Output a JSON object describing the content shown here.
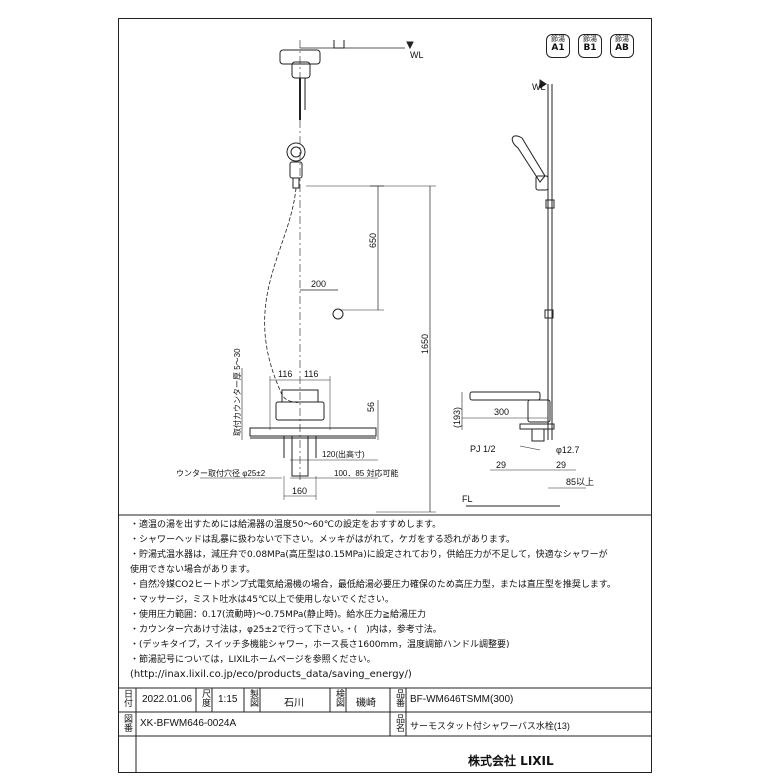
{
  "badges": [
    {
      "top": "節湯",
      "bottom": "A1"
    },
    {
      "top": "節湯",
      "bottom": "B1"
    },
    {
      "top": "節湯",
      "bottom": "AB"
    }
  ],
  "drawing": {
    "wl_front": "WL",
    "wl_side": "WL",
    "fl": "FL",
    "dim_200": "200",
    "dim_650": "650",
    "dim_1650": "1650",
    "dim_116a": "116",
    "dim_116b": "116",
    "dim_56": "56",
    "dim_120": "120(出高寸)",
    "dim_100_85": "100．85 対応可能",
    "dim_160": "160",
    "counter_hole": "ウンター取付穴径 φ25±2",
    "counter_thickness": "取付カウンター厚 5～30",
    "dim_300": "300",
    "dim_193": "(193)",
    "pj": "PJ 1/2",
    "phi_127": "φ12.7",
    "dim_29a": "29",
    "dim_29b": "29",
    "dim_85": "85以上"
  },
  "notes": [
    "・適温の湯を出すためには給湯器の温度50～60℃の設定をおすすめします。",
    "・シャワーヘッドは乱暴に扱わないで下さい。メッキがはがれて，ケガをする恐れがあります。",
    "・貯湯式温水器は，減圧弁で0.08MPa(高圧型は0.15MPa)に設定されており，供給圧力が不足して，快適なシャワーが",
    "使用できない場合があります。",
    "・自然冷媒CO2ヒートポンプ式電気給湯機の場合，最低給湯必要圧力確保のため高圧力型，または直圧型を推奨します。",
    "・マッサージ，ミスト吐水は45℃以上で使用しないでください。",
    "・使用圧力範囲：0.17(流動時)～0.75MPa(静止時)。給水圧力≧給湯圧力",
    "・カウンター穴あけ寸法は，φ25±2で行って下さい。・(　)内は，参考寸法。",
    "・(デッキタイプ，スイッチ多機能シャワー，ホース長さ1600mm，温度調節ハンドル調整要)",
    "・節湯記号については，LIXILホームページを参照ください。",
    "(http://inax.lixil.co.jp/eco/products_data/saving_energy/)"
  ],
  "title_block": {
    "date_label": "日付",
    "date": "2022.01.06",
    "scale_label": "尺度",
    "scale": "1:15",
    "drawn_label": "製図",
    "drawn": "石川",
    "check_label": "検図",
    "check": "磯崎",
    "number_label": "品番",
    "product_number": "BF-WM646TSMM(300)",
    "drawing_no_label": "図番",
    "drawing_no": "XK-BFWM646-0024A",
    "name_label": "品名",
    "product_name": "サーモスタット付シャワーバス水栓(13)",
    "company": "株式会社 LIXIL"
  }
}
